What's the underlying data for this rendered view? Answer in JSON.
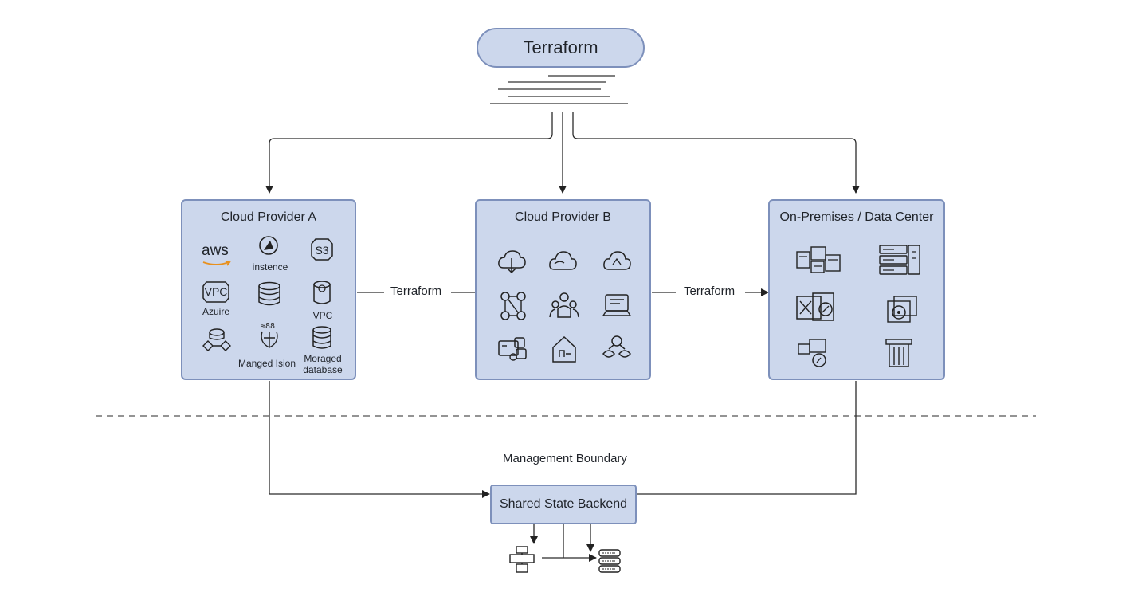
{
  "top_node": {
    "label": "Terraform"
  },
  "panels": [
    {
      "title": "Cloud Provider A",
      "labels": [
        "aws",
        "instence",
        "S3",
        "VPC",
        "Azuire",
        "VPC",
        "Manged Ision",
        "Moraged database"
      ],
      "icons": [
        "aws-logo",
        "instance-icon",
        "s3-bucket-icon",
        "vpc-icon",
        "database-icon",
        "vpc-cylinder-icon",
        "network-icon",
        "function-icon",
        "managed-database-icon"
      ]
    },
    {
      "title": "Cloud Provider B",
      "icons": [
        "cloud-download-icon",
        "cloud-icon",
        "cloud-user-icon",
        "graph-icon",
        "users-icon",
        "monitor-icon",
        "servers-icon",
        "house-icon",
        "network-icon"
      ]
    },
    {
      "title": "On-Premises / Data Center",
      "icons": [
        "server-cluster-icon",
        "server-rack-icon",
        "monitor-disk-icon",
        "disk-stack-icon",
        "device-icon",
        "rack-icon"
      ]
    }
  ],
  "connectors": {
    "left_label": "Terraform",
    "right_label": "Terraform"
  },
  "boundary": {
    "label": "Management Boundary"
  },
  "backend": {
    "label": "Shared State Backend",
    "icons": [
      "switch-icon",
      "storage-icon"
    ]
  },
  "colors": {
    "node_fill": "#ccd7ec",
    "node_border": "#7d90bb",
    "line": "#2b2b2b"
  }
}
